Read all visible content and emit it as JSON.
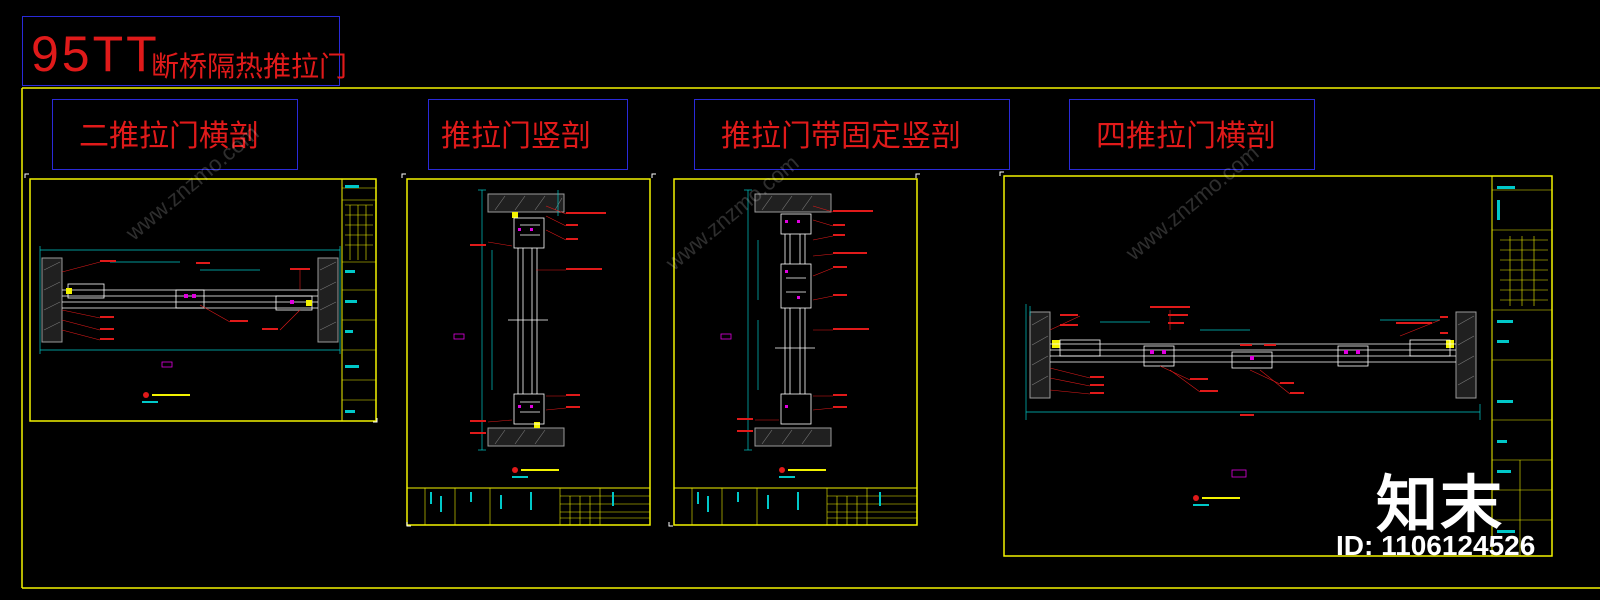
{
  "title": {
    "latin": "95TT",
    "cjk": "断桥隔热推拉门"
  },
  "panels": [
    {
      "label": "二推拉门横剖"
    },
    {
      "label": "推拉门竖剖"
    },
    {
      "label": "推拉门带固定竖剖"
    },
    {
      "label": "四推拉门横剖"
    }
  ],
  "watermark": {
    "site": "www.znzmo.com",
    "brand": "知末",
    "id_label": "ID: 1106124526"
  },
  "colors": {
    "background": "#000000",
    "frame": "#f2f200",
    "title_text": "#e01a1a",
    "title_box": "#2a2ad8",
    "dimension": "#00c8c8",
    "annotation": "#e01a1a",
    "tag": "#e000e0"
  }
}
